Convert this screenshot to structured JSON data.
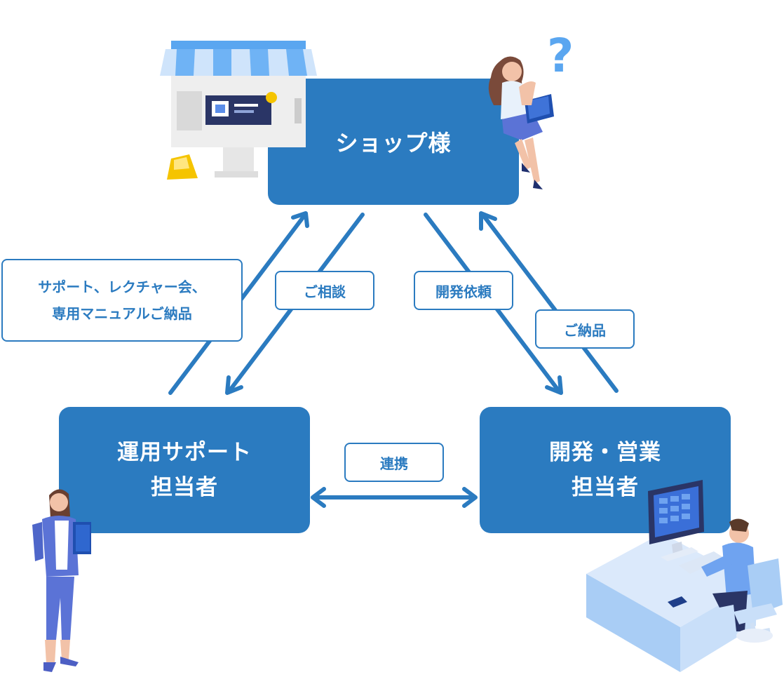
{
  "nodes": {
    "shop": {
      "label": "ショップ様"
    },
    "ops": {
      "line1": "運用サポート",
      "line2": "担当者"
    },
    "dev": {
      "line1": "開発・営業",
      "line2": "担当者"
    }
  },
  "edges": {
    "consult": "ご相談",
    "request": "開発依頼",
    "deliver": "ご納品",
    "link": "連携",
    "support_line1": "サポート、レクチャー会、",
    "support_line2": "専用マニュアルご納品"
  },
  "icons": {
    "storefront": "storefront-icon",
    "question": "question-mark-icon",
    "woman_laptop": "woman-with-laptop-icon",
    "woman_book": "woman-with-book-icon",
    "man_desk": "man-at-desk-icon"
  },
  "colors": {
    "primary": "#2b7bc0",
    "arrow": "#2b7bc0",
    "illustration_light": "#a9cdf5",
    "illustration_accent": "#5b8de8",
    "yellow": "#f5c400"
  }
}
